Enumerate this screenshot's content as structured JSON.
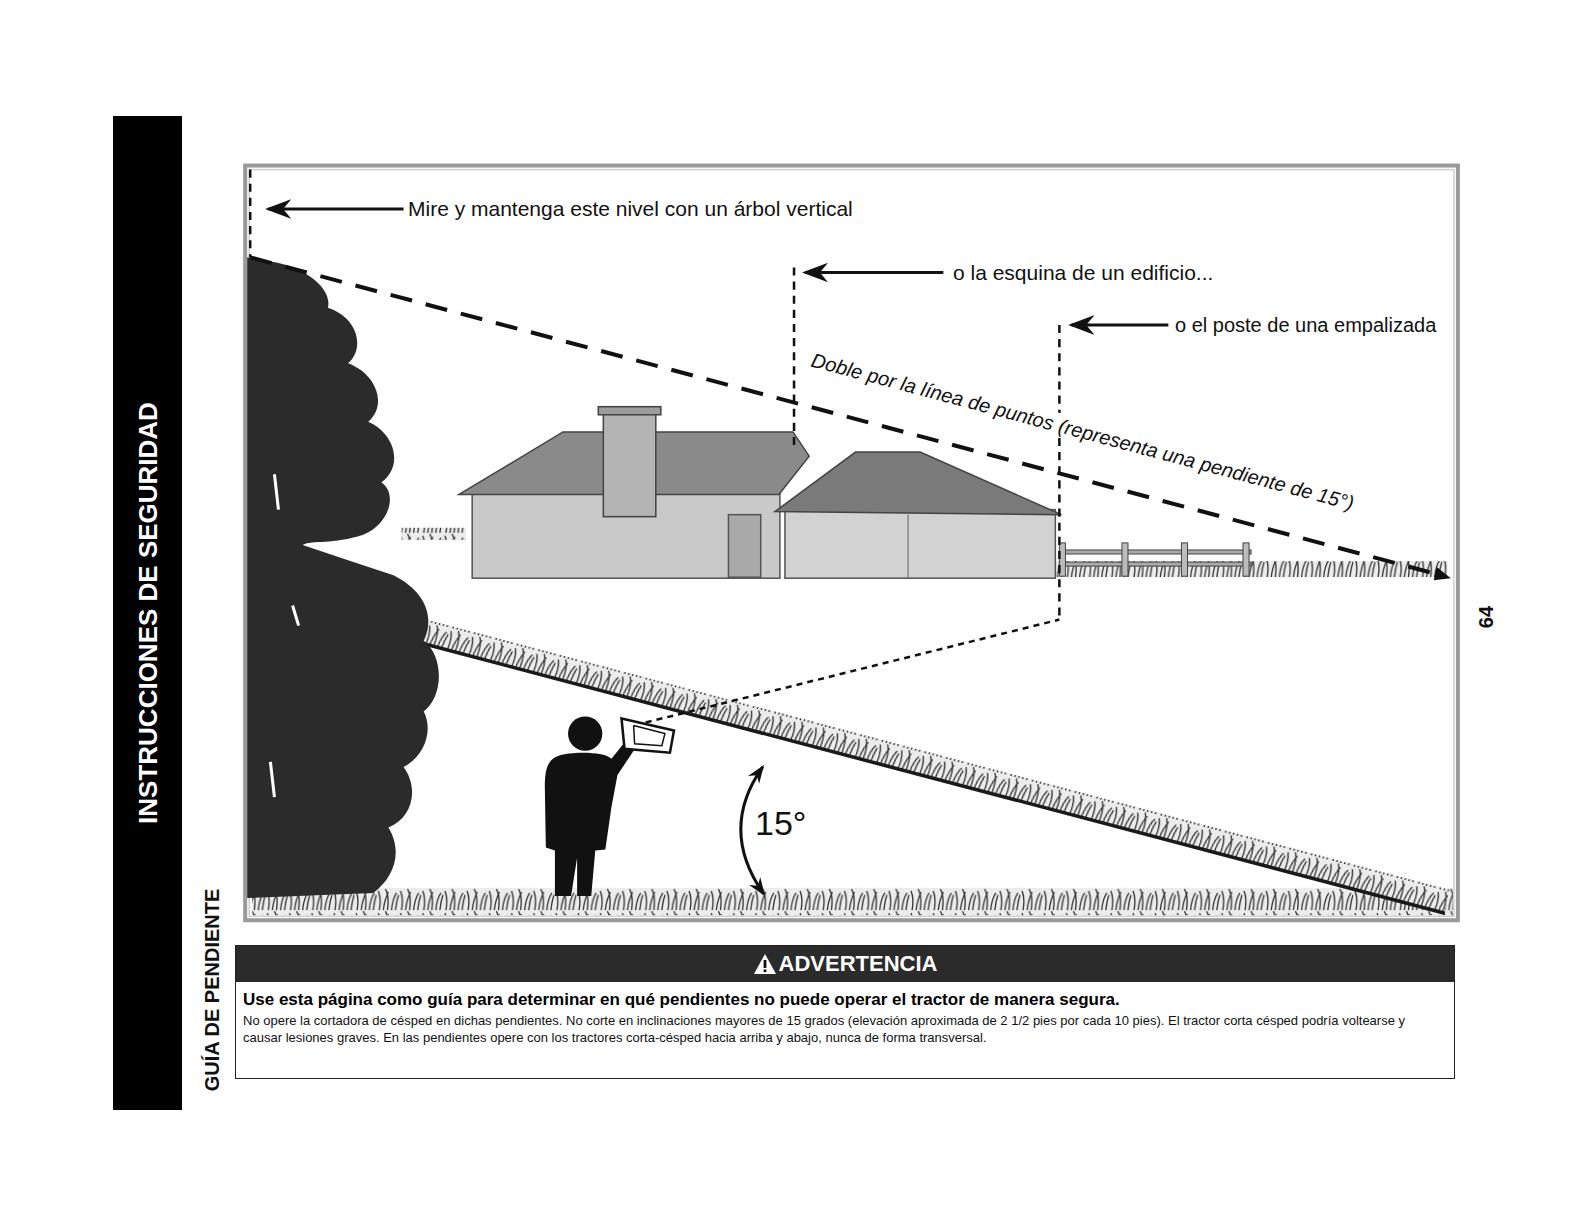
{
  "diagram": {
    "title": "GUÍA DE PENDIENTE",
    "nodes": [
      {
        "text": [
          "INSTRUCCIONES DE SEGURIDAD"
        ]
      },
      {
        "text": [
          "Use esta página como guía para determinar en qué pendientes no puede operar el tractor de manera segura.",
          "No opere la cortadora de césped en dichas pendientes. No corte en inclinaciones mayores de 15 grados (elevación aproximada de 2 1/2 pies por cada 10 pies). El tractor corta césped podría voltearse y causar lesiones graves. En las pendientes opere con los tractores corta-césped hacia arriba y abajo, nunca de forma transversal."
        ]
      },
      {
        "text": [
          "ADVERTENCIA"
        ],
        "in": 1
      }
    ],
    "labels": [
      "Mire y mantenga este nivel con un árbol vertical",
      "o la esquina de un edificio...",
      "o el poste de una empalizada",
      "Doble por la línea de puntos (representa una pendiente de 15°)",
      "15°",
      "64"
    ]
  }
}
